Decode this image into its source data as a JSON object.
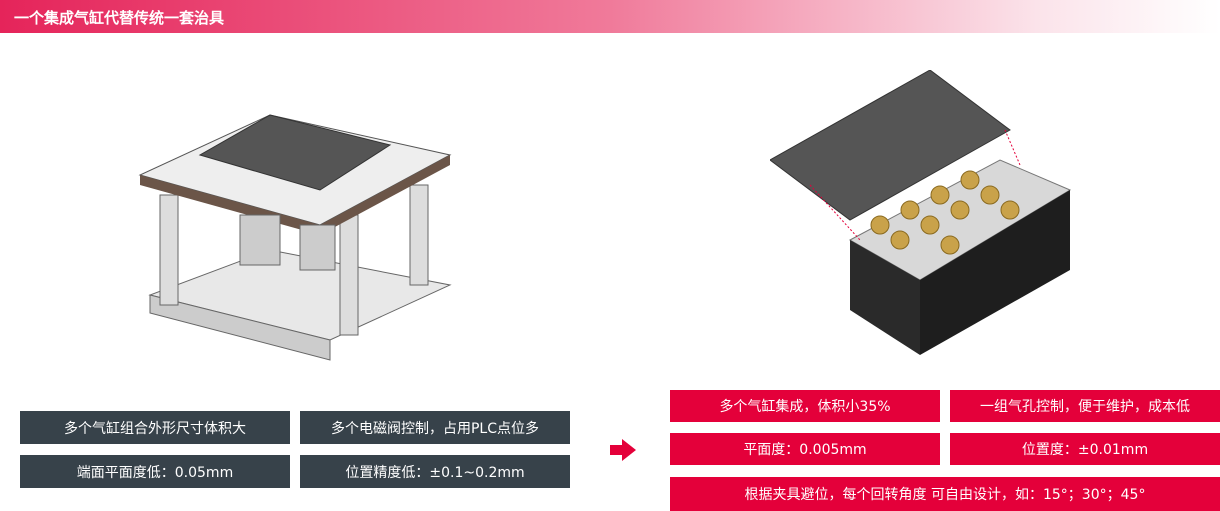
{
  "header": {
    "title": "一个集成气缸代替传统一套治具"
  },
  "old_features": [
    "多个气缸组合外形尺寸体积大",
    "多个电磁阀控制，占用PLC点位多",
    "端面平面度低：0.05mm",
    "位置精度低：±0.1~0.2mm"
  ],
  "new_features": [
    "多个气缸集成，体积小35%",
    "一组气孔控制，便于维护，成本低",
    "平面度：0.005mm",
    "位置度：±0.01mm",
    "根据夹具避位，每个回转角度 可自由设计，如：15°；30°；45°"
  ],
  "colors": {
    "accent": "#e4003a",
    "dark": "#37424a"
  }
}
